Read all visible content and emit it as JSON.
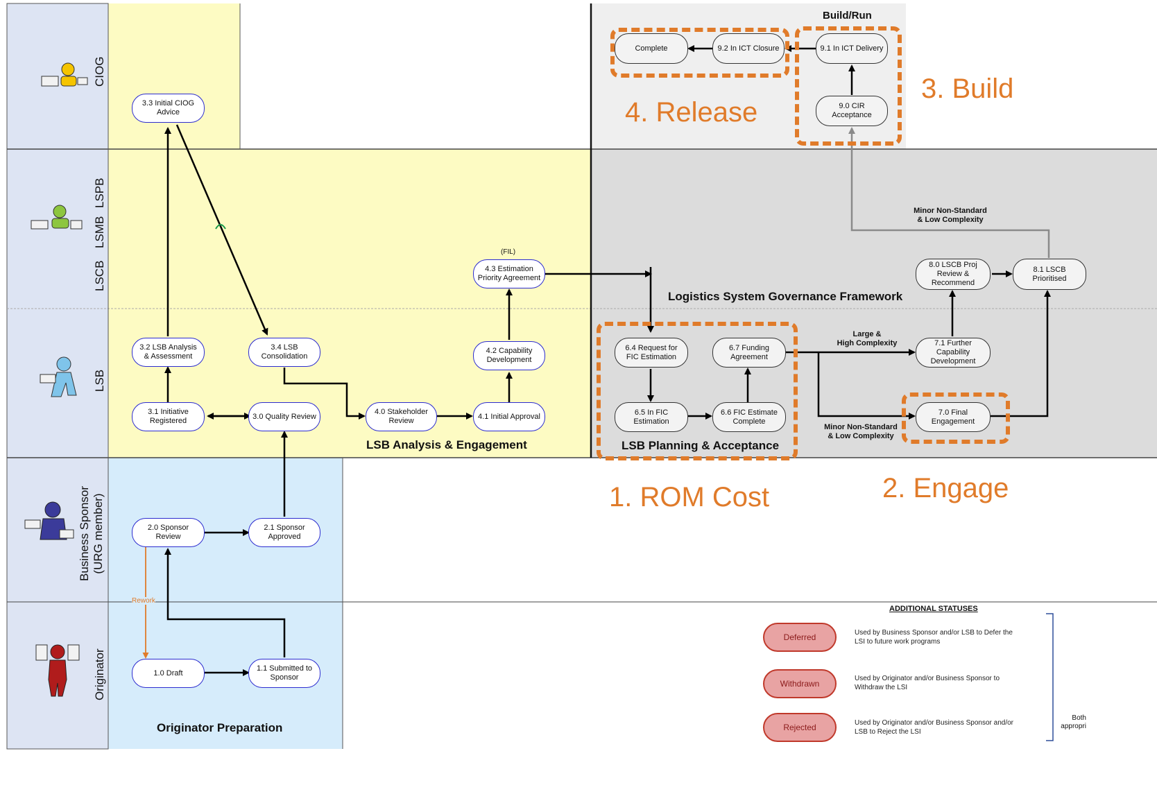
{
  "lanes": {
    "ciog": "CIOG",
    "lspb": "LSPB",
    "lsmb": "LSMB",
    "lscb": "LSCB",
    "lsb": "LSB",
    "sponsor": "Business Sponsor\n(URG member)",
    "originator": "Originator"
  },
  "section_titles": {
    "build_run": "Build/Run",
    "governance": "Logistics System Governance Framework",
    "lsb_analysis": "LSB Analysis & Engagement",
    "lsb_planning": "LSB Planning & Acceptance",
    "originator_prep": "Originator Preparation",
    "fil": "(FIL)"
  },
  "nodes": {
    "n3_3": "3.3 Initial CIOG\nAdvice",
    "n3_2": "3.2 LSB Analysis\n& Assessment",
    "n3_4": "3.4 LSB\nConsolidation",
    "n3_1": "3.1 Initiative\nRegistered",
    "n3_0": "3.0 Quality Review",
    "n4_0": "4.0 Stakeholder\nReview",
    "n4_1": "4.1 Initial Approval",
    "n4_2": "4.2 Capability\nDevelopment",
    "n4_3": "4.3 Estimation\nPriority Agreement",
    "n6_4": "6.4 Request for\nFIC Estimation",
    "n6_7": "6.7 Funding\nAgreement",
    "n6_5": "6.5 In FIC\nEstimation",
    "n6_6": "6.6 FIC Estimate\nComplete",
    "n7_1": "7.1 Further\nCapability\nDevelopment",
    "n7_0": "7.0 Final\nEngagement",
    "n8_0": "8.0 LSCB Proj\nReview &\nRecommend",
    "n8_1": "8.1 LSCB\nPrioritised",
    "n9_0": "9.0 CIR\nAcceptance",
    "n9_1": "9.1 In ICT Delivery",
    "n9_2": "9.2 In ICT Closure",
    "complete": "Complete",
    "n2_0": "2.0 Sponsor\nReview",
    "n2_1": "2.1 Sponsor\nApproved",
    "n1_0": "1.0 Draft",
    "n1_1": "1.1 Submitted to\nSponsor"
  },
  "edge_labels": {
    "minor_top": "Minor Non-Standard\n& Low Complexity",
    "large": "Large &\nHigh Complexity",
    "minor_bottom": "Minor Non-Standard\n& Low Complexity",
    "rework": "Rework"
  },
  "annotations": {
    "rom_cost": "1. ROM Cost",
    "engage": "2. Engage",
    "build": "3. Build",
    "release": "4. Release"
  },
  "statuses": {
    "heading": "ADDITIONAL STATUSES",
    "items": [
      {
        "label": "Deferred",
        "desc": "Used by Business Sponsor and/or LSB to Defer the\nLSI to future work programs"
      },
      {
        "label": "Withdrawn",
        "desc": "Used by Originator and/or Business Sponsor to\nWithdraw the LSI"
      },
      {
        "label": "Rejected",
        "desc": "Used by Originator and/or Business Sponsor and/or\nLSB to Reject the LSI"
      }
    ],
    "side_note": "Both\nappropri"
  },
  "colors": {
    "yellow_zone": "#fdfbc3",
    "blue_zone": "#d6ecfb",
    "grey_zone": "#dcdcdc",
    "light_grey_zone": "#efefef",
    "lane_header": "#dde4f3",
    "annotation_orange": "#e07b2a"
  }
}
